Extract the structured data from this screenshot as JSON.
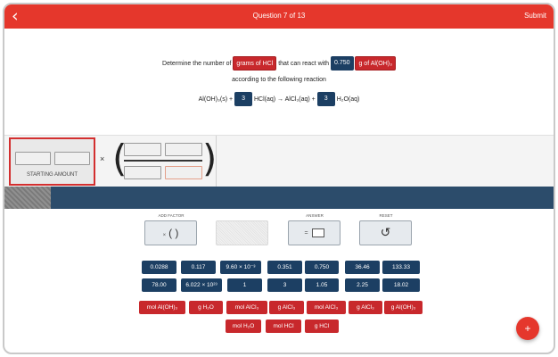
{
  "header": {
    "back_icon": "‹",
    "title": "Question 7 of 13",
    "submit_label": "Submit",
    "color": "#e5372c"
  },
  "question": {
    "prompt_before": "Determine the number of",
    "target_chip": "grams of HCl",
    "prompt_mid": "that can react with",
    "given_value": "0.750",
    "given_unit": "g of Al(OH)₃",
    "line2": "according to the following reaction",
    "reaction": {
      "reactant1": "Al(OH)₃(s) +",
      "coef1": "3",
      "reactant2": "HCl(aq) → AlCl₃(aq) +",
      "coef2": "3",
      "product2": "H₂O(aq)"
    }
  },
  "workspace": {
    "starting_amount_label": "STARTING AMOUNT",
    "times_symbol": "×",
    "paren_left": "(",
    "paren_right": ")"
  },
  "controls": {
    "add_factor_label": "ADD FACTOR",
    "add_factor_prefix": "×",
    "add_factor_glyph": "( )",
    "answer_label": "ANSWER",
    "answer_eq": "=",
    "reset_label": "RESET",
    "reset_icon": "↺"
  },
  "number_row1": [
    "0.0288",
    "0.117",
    "9.60 × 10⁻³",
    "0.351",
    "0.750",
    "36.46",
    "133.33"
  ],
  "number_row2": [
    "78.00",
    "6.022 × 10²³",
    "1",
    "3",
    "1.05",
    "2.25",
    "18.02"
  ],
  "unit_row1": [
    "mol Al(OH)₃",
    "g H₂O",
    "mol AlCl₃",
    "g AlCl₃",
    "mol AlCl₃",
    "g AlCl₃",
    "g Al(OH)₃"
  ],
  "unit_row2": [
    "mol H₂O",
    "mol HCl",
    "g HCl"
  ],
  "fab_label": "+",
  "colors": {
    "navy": "#1c3f63",
    "red": "#c8282c",
    "band": "#2c4c6b"
  }
}
